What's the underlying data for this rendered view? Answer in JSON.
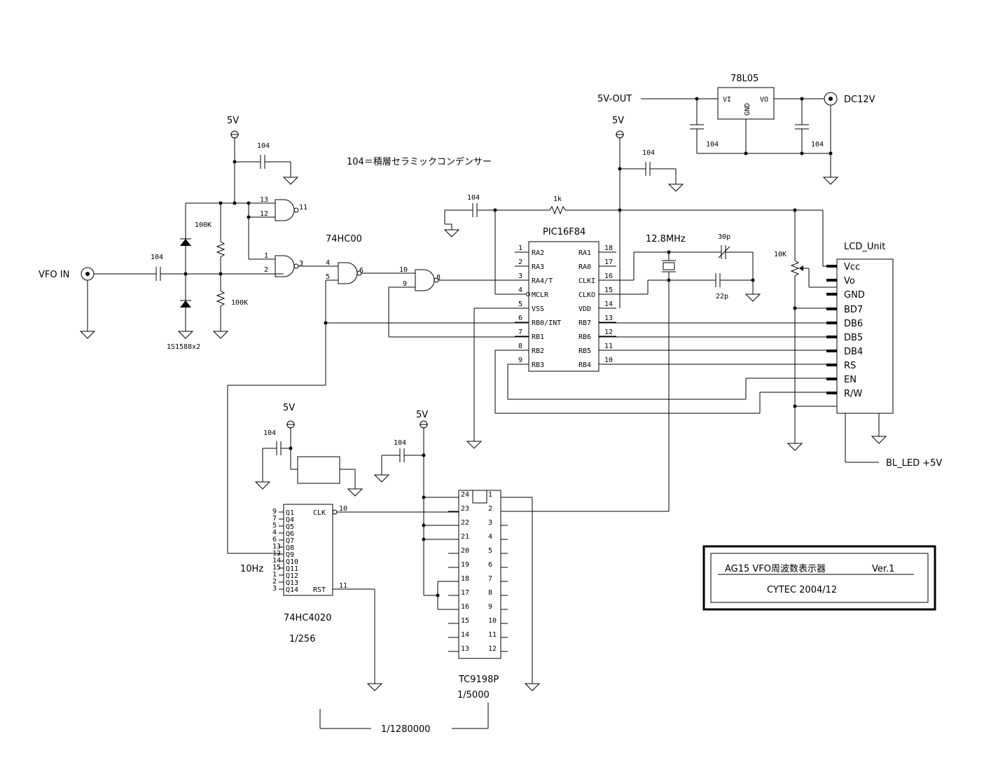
{
  "title_block": {
    "title": "AG15  VFO周波数表示器",
    "version": "Ver.1",
    "author": "CYTEC  2004/12"
  },
  "note": "104＝積層セラミックコンデンサー",
  "labels": {
    "vfo_in": "VFO IN",
    "v5": "5V",
    "v5_out": "5V-OUT",
    "dc12v": "DC12V",
    "bl_led": "BL_LED +5V",
    "hz10": "10Hz",
    "div_total": "1/1280000",
    "freq_12m8": "12.8MHz",
    "diodes": "1S1588x2"
  },
  "components": {
    "cap": "104",
    "r100k": "100K",
    "r1k": "1k",
    "r10k": "10K",
    "c30p": "30p",
    "c22p": "22p",
    "ic_74hc00": "74HC00",
    "ic_pic": "PIC16F84",
    "ic_78l05": "78L05",
    "ic_4020": "74HC4020",
    "ic_4020_div": "1/256",
    "ic_9198": "TC9198P",
    "ic_9198_div": "1/5000",
    "lcd": "LCD_Unit"
  },
  "reg_pins": {
    "vi": "VI",
    "vo": "VO",
    "gnd": "GND"
  },
  "pic_left": [
    {
      "n": "1",
      "name": "RA2"
    },
    {
      "n": "2",
      "name": "RA3"
    },
    {
      "n": "3",
      "name": "RA4/T"
    },
    {
      "n": "4",
      "name": "MCLR"
    },
    {
      "n": "5",
      "name": "VSS"
    },
    {
      "n": "6",
      "name": "RB0/INT"
    },
    {
      "n": "7",
      "name": "RB1"
    },
    {
      "n": "8",
      "name": "RB2"
    },
    {
      "n": "9",
      "name": "RB3"
    }
  ],
  "pic_right": [
    {
      "n": "18",
      "name": "RA1"
    },
    {
      "n": "17",
      "name": "RA0"
    },
    {
      "n": "16",
      "name": "CLKI"
    },
    {
      "n": "15",
      "name": "CLKO"
    },
    {
      "n": "14",
      "name": "VDD"
    },
    {
      "n": "13",
      "name": "RB7"
    },
    {
      "n": "12",
      "name": "RB6"
    },
    {
      "n": "11",
      "name": "RB5"
    },
    {
      "n": "10",
      "name": "RB4"
    }
  ],
  "lcd_pins": [
    "Vcc",
    "Vo",
    "GND",
    "BD7",
    "DB6",
    "DB5",
    "DB4",
    "RS",
    "EN",
    "R/W"
  ],
  "c4020_q": [
    "Q1",
    "Q4",
    "Q5",
    "Q6",
    "Q7",
    "Q8",
    "Q9",
    "Q10",
    "Q11",
    "Q12",
    "Q13",
    "Q14"
  ],
  "c4020_qn": [
    "9",
    "7",
    "5",
    "4",
    "6",
    "13",
    "12",
    "14",
    "15",
    "1",
    "2",
    "3"
  ],
  "c4020_clk": "CLK",
  "c4020_rst": "RST",
  "c4020_clk_pin": "10",
  "c4020_rst_pin": "11",
  "tc_left": [
    "24",
    "23",
    "22",
    "21",
    "20",
    "19",
    "18",
    "17",
    "16",
    "15",
    "14",
    "13"
  ],
  "tc_right": [
    "1",
    "2",
    "3",
    "4",
    "5",
    "6",
    "7",
    "8",
    "9",
    "10",
    "11",
    "12"
  ],
  "gate_pins": {
    "g1": [
      "13",
      "12",
      "11"
    ],
    "g2": [
      "1",
      "2",
      "3"
    ],
    "g3": [
      "4",
      "5",
      "6"
    ],
    "g4": [
      "10",
      "9",
      "8"
    ]
  }
}
